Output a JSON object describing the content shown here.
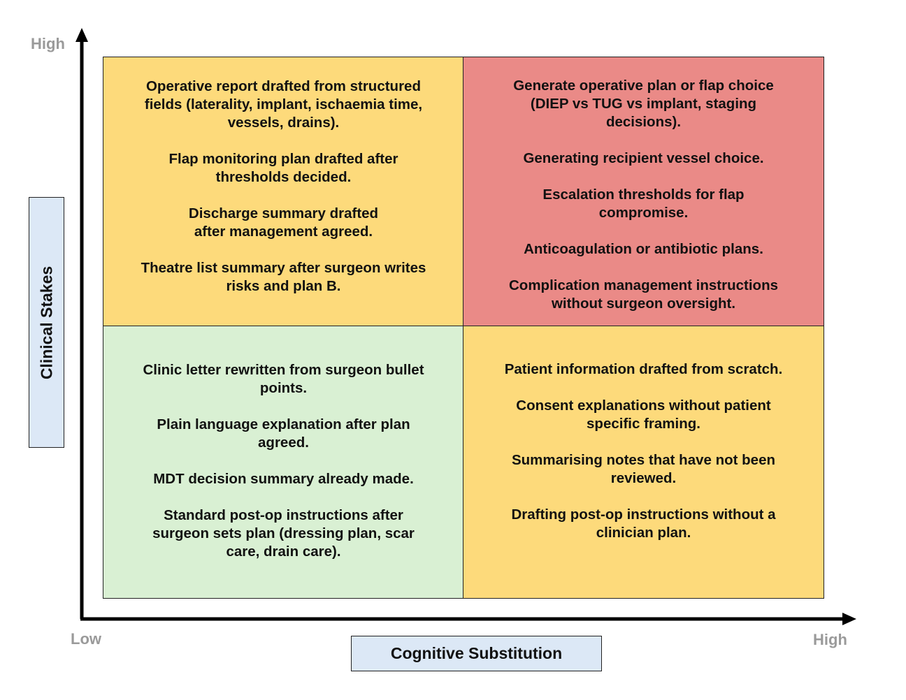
{
  "axes": {
    "y_high_label": "High",
    "x_low_label": "Low",
    "x_high_label": "High",
    "x_title": "Cognitive Substitution",
    "y_title": "Clinical Stakes"
  },
  "colors": {
    "low_risk_quadrant": "#d9f0d3",
    "medium_risk_quadrant": "#fdda7b",
    "high_risk_quadrant": "#ea8a87",
    "axis_title_box": "#dce8f6"
  },
  "quadrants": {
    "top_left": {
      "items": [
        [
          "Operative report drafted from structured",
          "fields (laterality, implant, ischaemia time,",
          "vessels, drains)."
        ],
        [
          "Flap monitoring plan drafted after",
          "thresholds decided."
        ],
        [
          "Discharge summary drafted",
          "after management agreed."
        ],
        [
          "Theatre list summary after surgeon writes",
          "risks and plan B."
        ]
      ]
    },
    "top_right": {
      "items": [
        [
          "Generate operative plan or flap choice",
          "(DIEP vs TUG vs implant, staging",
          "decisions)."
        ],
        [
          "Generating recipient vessel choice."
        ],
        [
          "Escalation thresholds for flap",
          "compromise."
        ],
        [
          "Anticoagulation or antibiotic plans."
        ],
        [
          "Complication management instructions",
          "without surgeon oversight."
        ]
      ]
    },
    "bottom_left": {
      "items": [
        [
          "Clinic letter rewritten from surgeon bullet",
          "points."
        ],
        [
          "Plain language explanation after plan",
          "agreed."
        ],
        [
          "MDT decision summary already made."
        ],
        [
          "Standard post-op instructions after",
          "surgeon sets plan (dressing plan, scar",
          "care, drain care)."
        ]
      ]
    },
    "bottom_right": {
      "items": [
        [
          "Patient information drafted from scratch."
        ],
        [
          "Consent explanations without patient",
          "specific framing."
        ],
        [
          "Summarising notes that have not been",
          "reviewed."
        ],
        [
          "Drafting post-op instructions without a",
          "clinician plan."
        ]
      ]
    }
  }
}
